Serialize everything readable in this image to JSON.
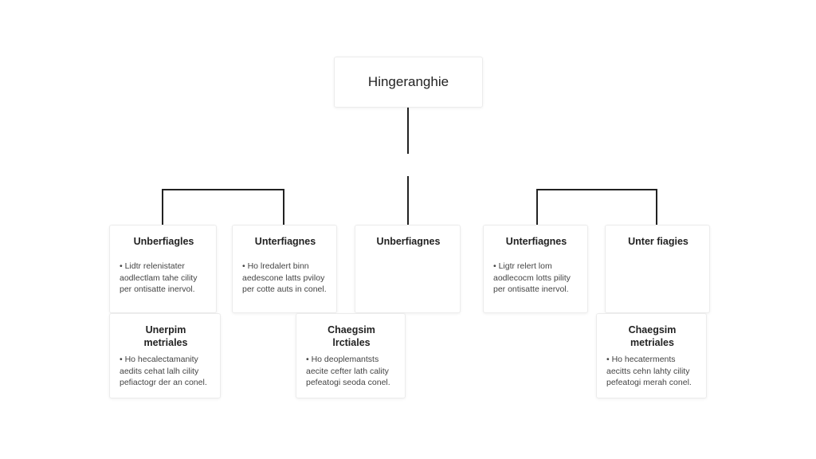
{
  "root": {
    "label": "Hingeranghie"
  },
  "cards": [
    {
      "id": "card-1",
      "title": "Unberfiagles",
      "lines": [
        "• Lidtr relenistater",
        "aodlectlam tahe cility",
        "per ontisatte inervol."
      ]
    },
    {
      "id": "card-2",
      "title": "Unterfiagnes",
      "lines": [
        "• Ho lredalert binn",
        "aedescone latts pviloy",
        "per cotte auts in conel."
      ]
    },
    {
      "id": "card-3",
      "title": "Unberfiagnes",
      "lines": []
    },
    {
      "id": "card-4",
      "title": "Unterfiagnes",
      "lines": [
        "• Ligtr relert lom",
        "aodlecocm lotts pility",
        "per ontisatte inervol."
      ]
    },
    {
      "id": "card-5",
      "title": "Unter fiagies",
      "lines": []
    },
    {
      "id": "card-6",
      "title": "Unerpim\nmetriales",
      "lines": [
        "• Ho hecalectamanity",
        "aedits cehat lalh cility",
        "pefiactogr der an conel."
      ]
    },
    {
      "id": "card-7",
      "title": "Chaegsim\nlrctiales",
      "lines": [
        "• Ho deoplemantsts",
        "aecite cefter lath cality",
        "pefeatogi seoda conel."
      ]
    },
    {
      "id": "card-8",
      "title": "Chaegsim\nmetriales",
      "lines": [
        "• Ho hecaterments",
        "aecitts cehn lahty cility",
        "pefeatogi merah conel."
      ]
    }
  ]
}
